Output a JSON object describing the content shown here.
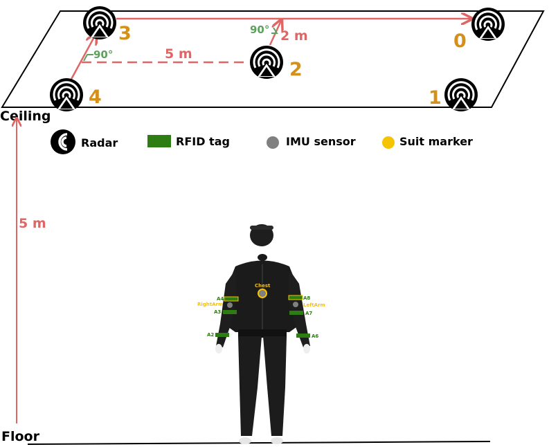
{
  "colors": {
    "measure": "#e06666",
    "angle": "#5fa05f",
    "radar_number": "#d4901a",
    "rfid": "#2e7d12",
    "imu": "#808080",
    "suit_marker": "#f5c400",
    "suit_label": "#f0c020",
    "tag_label": "#2e7d12"
  },
  "places": {
    "ceiling": "Ceiling",
    "floor": "Floor"
  },
  "radars": [
    {
      "number": "0"
    },
    {
      "number": "1"
    },
    {
      "number": "2"
    },
    {
      "number": "3"
    },
    {
      "number": "4"
    }
  ],
  "measurements": {
    "width": "5 m",
    "depth": "2 m",
    "height": "5 m",
    "angle_left": "90°",
    "angle_right": "90°"
  },
  "legend": {
    "radar": "Radar",
    "rfid": "RFID tag",
    "imu": "IMU sensor",
    "suit_marker": "Suit marker"
  },
  "suit": {
    "chest": "Chest",
    "right_arm": "RightArm",
    "left_arm": "LeftArm",
    "tags": [
      "A2",
      "A3",
      "A4",
      "A6",
      "A7",
      "A8"
    ]
  }
}
